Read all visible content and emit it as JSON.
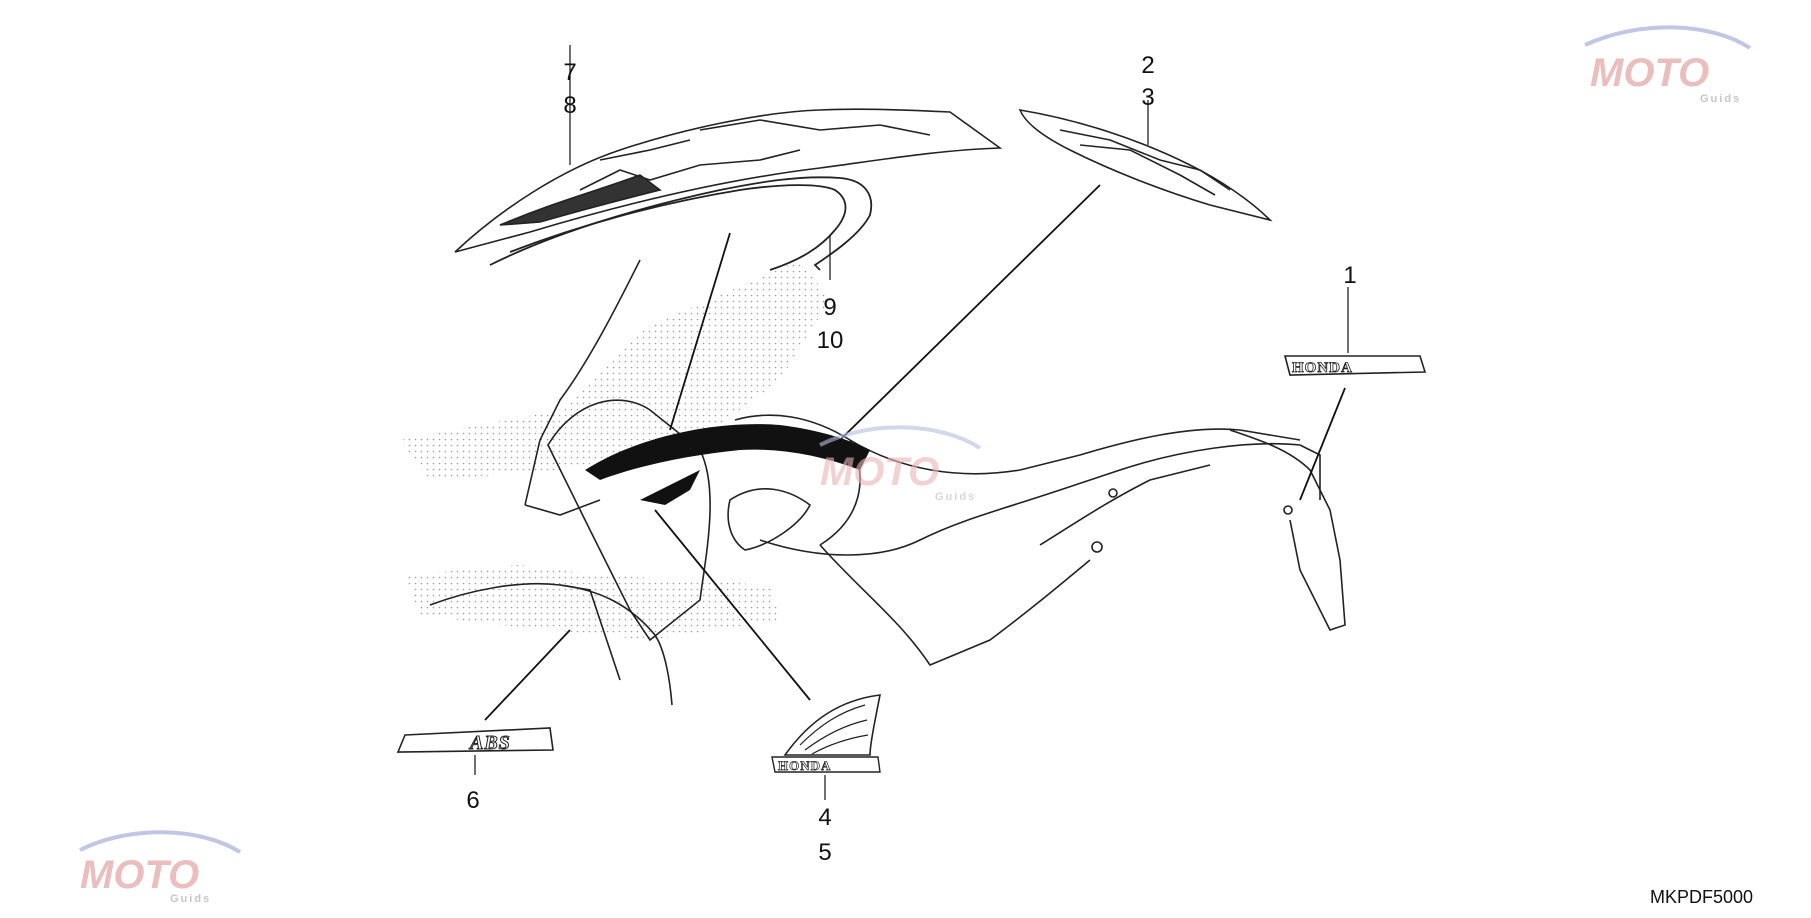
{
  "callouts": [
    {
      "id": "c1",
      "number": "1"
    },
    {
      "id": "c2",
      "number": "2"
    },
    {
      "id": "c3",
      "number": "3"
    },
    {
      "id": "c4",
      "number": "4"
    },
    {
      "id": "c5",
      "number": "5"
    },
    {
      "id": "c6",
      "number": "6"
    },
    {
      "id": "c7",
      "number": "7"
    },
    {
      "id": "c8",
      "number": "8"
    },
    {
      "id": "c9",
      "number": "9"
    },
    {
      "id": "c10",
      "number": "10"
    }
  ],
  "emblems": {
    "honda_badge": "HONDA",
    "honda_wing_badge": "HONDA",
    "abs_badge": "ABS"
  },
  "diagram_code": "MKPDF5000",
  "watermark": {
    "word": "MOTO",
    "sub": "Guids",
    "colors": {
      "gray": "#bdbdbd",
      "red": "#e8b3b3",
      "blue": "#b6bde0"
    }
  }
}
